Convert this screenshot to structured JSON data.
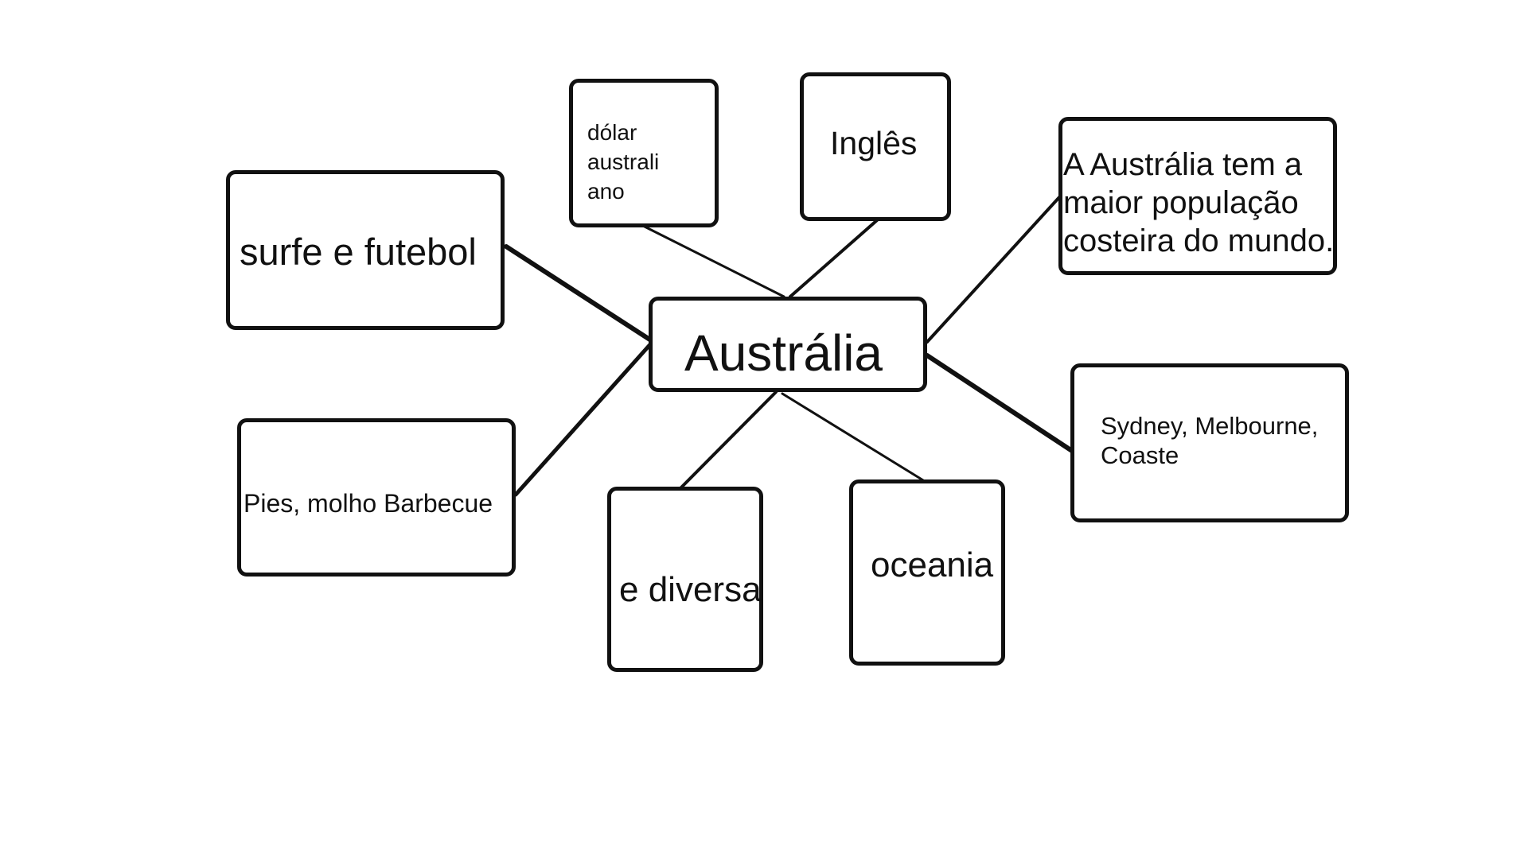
{
  "diagram": {
    "center": {
      "label": "Austrália"
    },
    "nodes": {
      "sport": {
        "label": "surfe e futebol"
      },
      "food": {
        "label": "Pies, molho Barbecue"
      },
      "currency": {
        "label": "dólar\naustrali\nano"
      },
      "language": {
        "label": "Inglês"
      },
      "diverse": {
        "label": "e diversa"
      },
      "continent": {
        "label": "oceania"
      },
      "population": {
        "label": "A Austrália tem a\nmaior população\ncosteira do mundo."
      },
      "cities": {
        "label": "Sydney, Melbourne,\nCoaste"
      }
    },
    "edges": [
      [
        "center",
        "sport"
      ],
      [
        "center",
        "food"
      ],
      [
        "center",
        "currency"
      ],
      [
        "center",
        "language"
      ],
      [
        "center",
        "diverse"
      ],
      [
        "center",
        "continent"
      ],
      [
        "center",
        "population"
      ],
      [
        "center",
        "cities"
      ]
    ],
    "colors": {
      "stroke": "#111111",
      "background": "#ffffff",
      "text": "#111111"
    }
  }
}
